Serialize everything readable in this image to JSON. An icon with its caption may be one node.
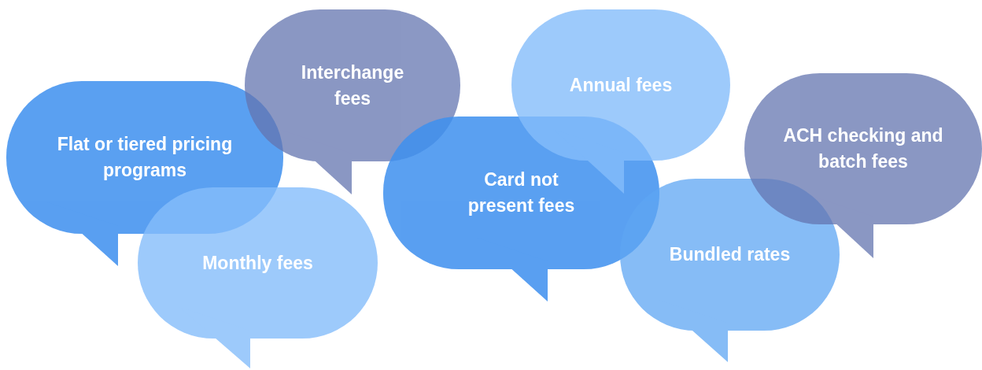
{
  "diagram": {
    "nodes": [
      {
        "text": [
          "Flat or tiered pricing programs"
        ]
      },
      {
        "text": [
          "Interchange fees"
        ]
      },
      {
        "text": [
          "Monthly fees"
        ]
      },
      {
        "text": [
          "Card not present fees"
        ]
      },
      {
        "text": [
          "Annual fees"
        ]
      },
      {
        "text": [
          "Bundled rates"
        ]
      },
      {
        "text": [
          "ACH checking and batch fees"
        ]
      }
    ]
  }
}
